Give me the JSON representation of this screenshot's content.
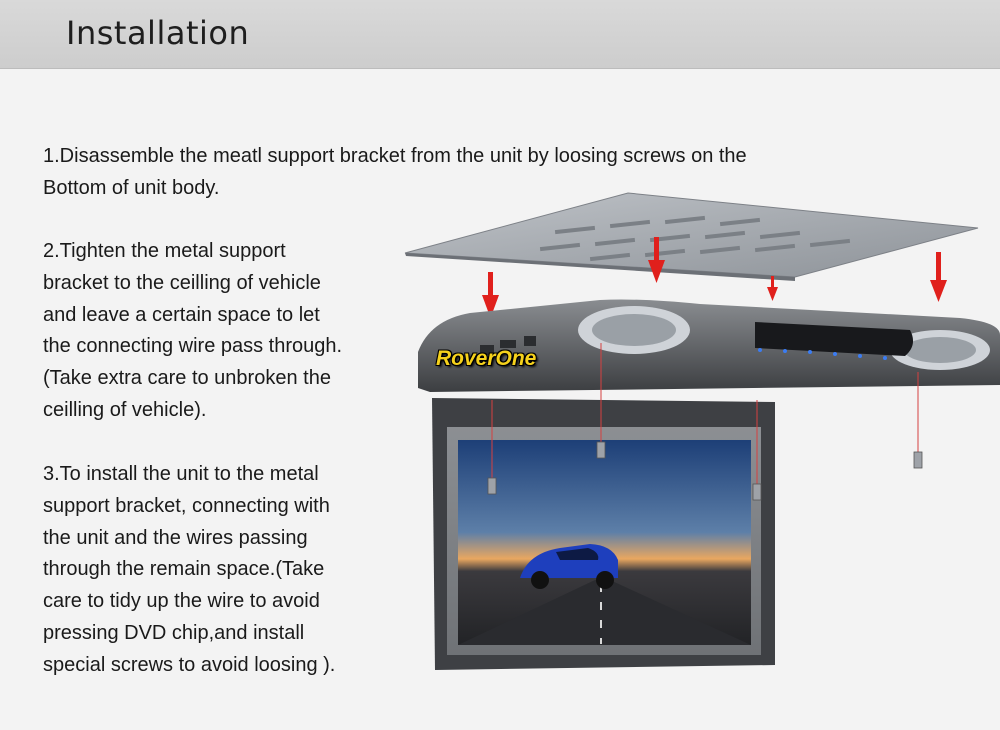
{
  "header": {
    "title": "Installation"
  },
  "steps": [
    {
      "text": "1.Disassemble the meatl support bracket from the unit by loosing screws on the\nBottom of unit body."
    },
    {
      "text": "2.Tighten the metal support\nbracket to the ceilling of vehicle\nand leave a certain space to let\nthe connecting wire pass through.\n(Take extra care to unbroken the\nceilling of vehicle)."
    },
    {
      "text": "3.To install the unit to the metal\nsupport bracket, connecting with\nthe unit and the wires passing\nthrough the remain space.(Take\ncare to tidy up the wire to avoid\npressing DVD chip,and install\nspecial screws to avoid loosing )."
    }
  ],
  "watermark": "RoverOne",
  "colors": {
    "arrow": "#e0201c",
    "header_bg": "#d4d4d4",
    "brand": "#f6d21c"
  }
}
